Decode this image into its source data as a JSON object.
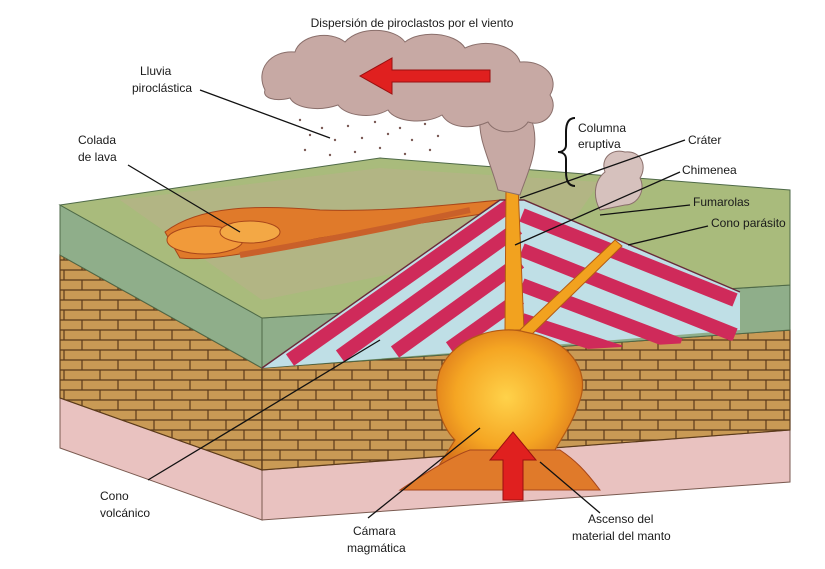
{
  "title": "Dispersión de piroclastos por el viento",
  "labels": {
    "lluvia": [
      "Lluvia",
      "piroclástica"
    ],
    "colada": [
      "Colada",
      "de lava"
    ],
    "columna": [
      "Columna",
      "eruptiva"
    ],
    "crater": "Cráter",
    "chimenea": "Chimenea",
    "fumarolas": "Fumarolas",
    "cono_parasito": "Cono parásito",
    "cono_volcanico": [
      "Cono",
      "volcánico"
    ],
    "camara": [
      "Cámara",
      "magmática"
    ],
    "ascenso": [
      "Ascenso del",
      "material del manto"
    ]
  },
  "colors": {
    "arrow": "#e0201f",
    "magma": "#f2a21f",
    "strata_red": "#cf2a5a",
    "strata_blue": "#bfdfe6",
    "ground": "#9ab57a",
    "rock": "#c9964f",
    "plume": "#c7a9a4"
  }
}
